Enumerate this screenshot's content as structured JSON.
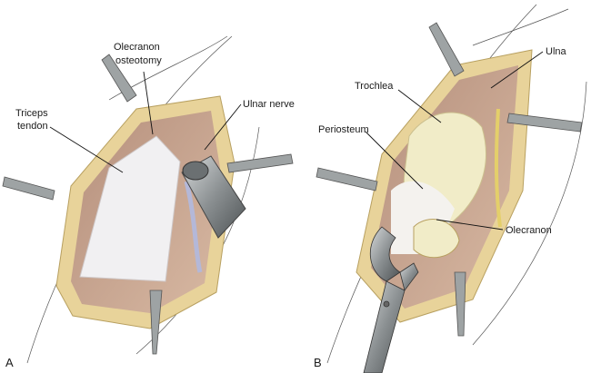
{
  "figure": {
    "panel_a": {
      "letter": "A",
      "labels": {
        "olecranon_osteotomy": [
          "Olecranon",
          "osteotomy"
        ],
        "triceps_tendon": [
          "Triceps",
          "tendon"
        ],
        "ulnar_nerve": "Ulnar nerve"
      }
    },
    "panel_b": {
      "letter": "B",
      "labels": {
        "trochlea": "Trochlea",
        "ulna": "Ulna",
        "periosteum": "Periosteum",
        "olecranon": "Olecranon"
      }
    },
    "colors": {
      "fat": "#e8d39a",
      "muscle": "#c9a48c",
      "tendon": "#f1f0f2",
      "bone": "#f1ecc8",
      "instrument": "#9ea3a4",
      "nerve": "#e4cf6a"
    }
  }
}
